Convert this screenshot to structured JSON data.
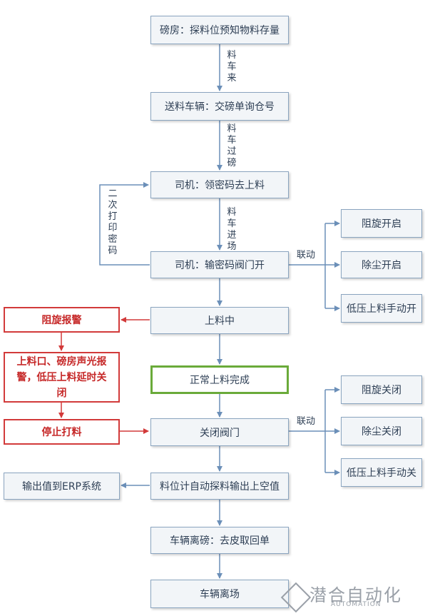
{
  "nodes": {
    "n1": "磅房：探料位预知物料存量",
    "n2": "送料车辆：交磅单询仓号",
    "n3": "司机：领密码去上料",
    "n4": "司机：输密码阀门开",
    "n5": "上料中",
    "n6": "正常上料完成",
    "n7": "关闭阀门",
    "n8": "料位计自动探料输出上空值",
    "n9": "车辆离磅：去皮取回单",
    "n10": "车辆离场",
    "r1": "阻旋开启",
    "r2": "除尘开启",
    "r3": "低压上料手动开",
    "r4": "阻旋关闭",
    "r5": "除尘关闭",
    "r6": "低压上料手动关",
    "a1": "阻旋报警",
    "a2": "上料口、磅房声光报警，低压上料延时关闭",
    "a3": "停止打料",
    "erp": "输出值到ERP系统"
  },
  "labels": {
    "l1": "料车来",
    "l2": "料车过磅",
    "l3": "料车进场",
    "l4": "二次打印密码",
    "link1": "联动",
    "link2": "联动"
  },
  "logo": {
    "main": "潜合自动化",
    "sub": "AUTOMATION"
  },
  "colors": {
    "line": "#6b8fb8",
    "alarm": "#d23a3a",
    "done": "#6aaa3a"
  }
}
